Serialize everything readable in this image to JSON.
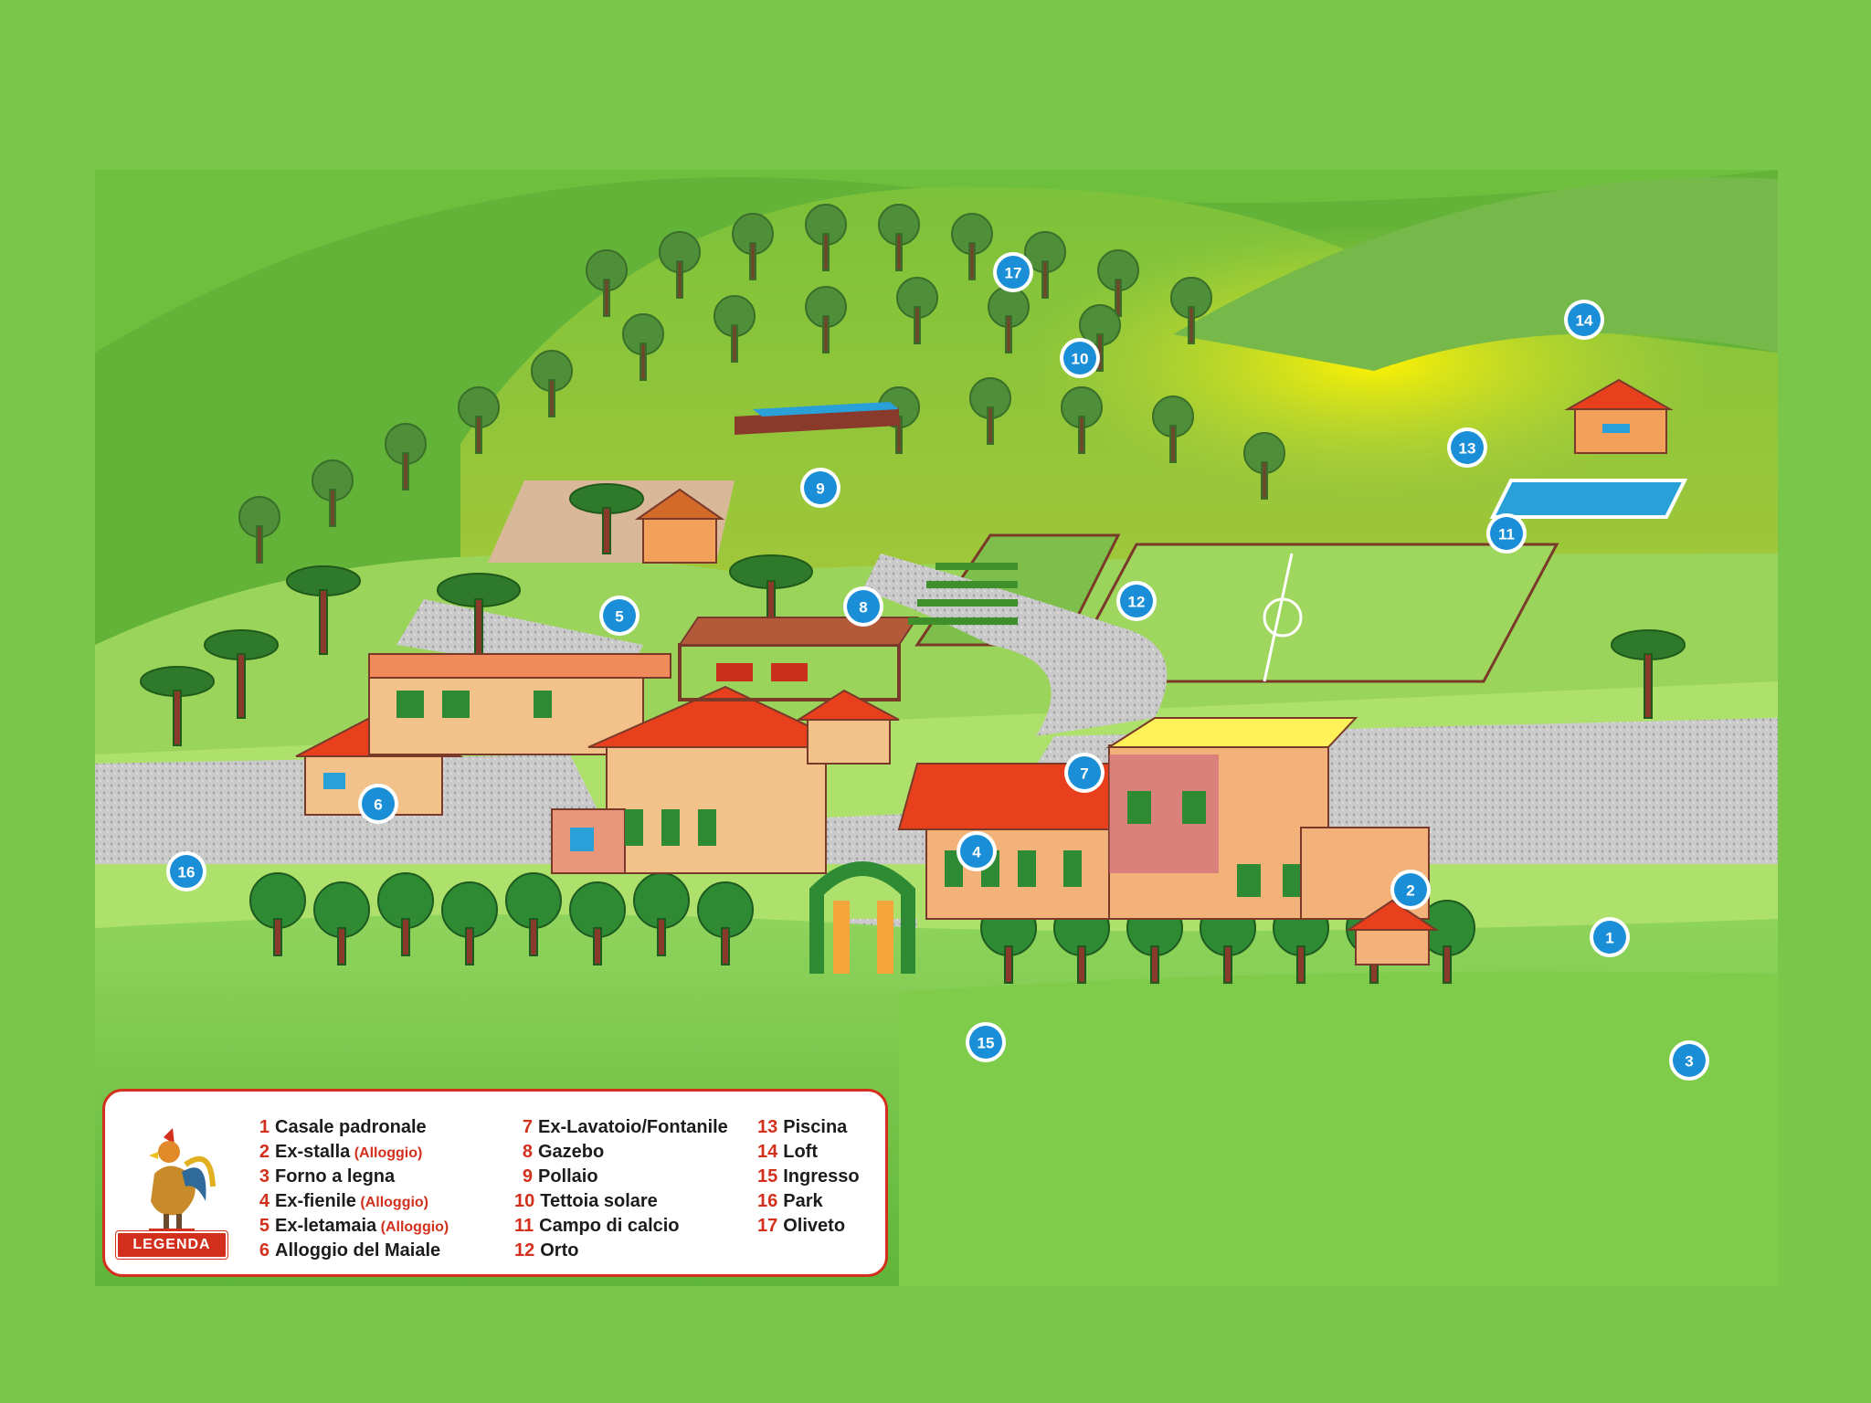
{
  "legend": {
    "title": "LEGENDA",
    "items": [
      {
        "number": "1",
        "label": "Casale padronale",
        "note": ""
      },
      {
        "number": "2",
        "label": "Ex-stalla",
        "note": "(Alloggio)"
      },
      {
        "number": "3",
        "label": "Forno a legna",
        "note": ""
      },
      {
        "number": "4",
        "label": "Ex-fienile",
        "note": "(Alloggio)"
      },
      {
        "number": "5",
        "label": "Ex-letamaia",
        "note": "(Alloggio)"
      },
      {
        "number": "6",
        "label": "Alloggio del Maiale",
        "note": ""
      },
      {
        "number": "7",
        "label": "Ex-Lavatoio/Fontanile",
        "note": ""
      },
      {
        "number": "8",
        "label": "Gazebo",
        "note": ""
      },
      {
        "number": "9",
        "label": "Pollaio",
        "note": ""
      },
      {
        "number": "10",
        "label": "Tettoia solare",
        "note": ""
      },
      {
        "number": "11",
        "label": "Campo di calcio",
        "note": ""
      },
      {
        "number": "12",
        "label": "Orto",
        "note": ""
      },
      {
        "number": "13",
        "label": "Piscina",
        "note": ""
      },
      {
        "number": "14",
        "label": "Loft",
        "note": ""
      },
      {
        "number": "15",
        "label": "Ingresso",
        "note": ""
      },
      {
        "number": "16",
        "label": "Park",
        "note": ""
      },
      {
        "number": "17",
        "label": "Oliveto",
        "note": ""
      }
    ]
  },
  "markers": [
    "1",
    "2",
    "3",
    "4",
    "5",
    "6",
    "7",
    "8",
    "9",
    "10",
    "11",
    "12",
    "13",
    "14",
    "15",
    "16",
    "17"
  ],
  "colors": {
    "background": "#7ac64a",
    "marker_fill": "#1a8fd8",
    "roof": "#e8401c",
    "wall": "#f0b27a",
    "legend_accent": "#d2301c"
  }
}
